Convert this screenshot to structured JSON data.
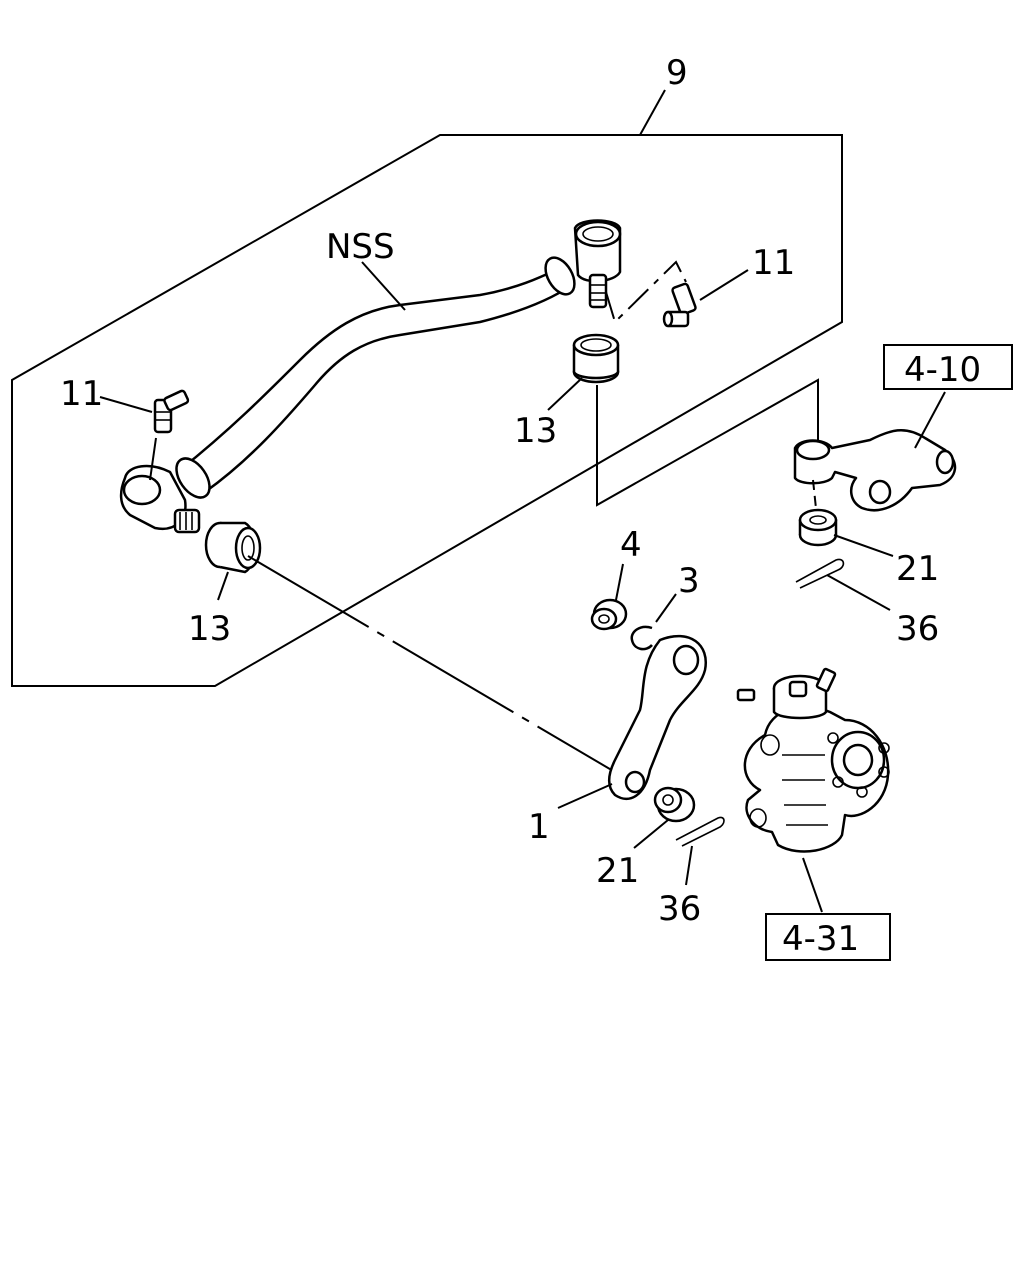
{
  "callouts": {
    "assembly_9": "9",
    "nss": "NSS",
    "grease_fitting_right": "11",
    "grease_fitting_left": "11",
    "boot_right": "13",
    "boot_left": "13",
    "nut_4": "4",
    "ring_3": "3",
    "nut_21_upper": "21",
    "pin_36_upper": "36",
    "arm_1": "1",
    "nut_21_lower": "21",
    "pin_36_lower": "36"
  },
  "refs": {
    "ref_4_10": "4-10",
    "ref_4_31": "4-31"
  }
}
